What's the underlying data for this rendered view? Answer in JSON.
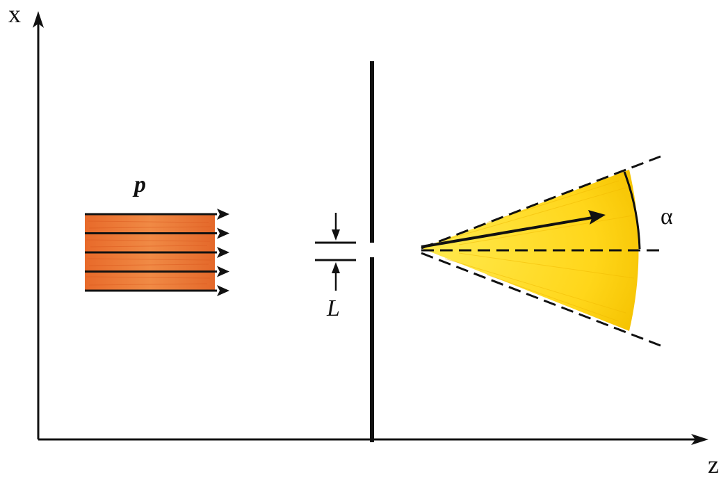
{
  "labels": {
    "x_axis": "x",
    "z_axis": "z",
    "momentum": "p",
    "slit_width": "L",
    "angle": "α"
  },
  "colors": {
    "beam_fill": "#ec7a34",
    "beam_fill_dark": "#e06224",
    "cone_fill": "#ffde1a",
    "cone_fill_dark": "#f5c400",
    "ink": "#111111"
  },
  "beam": {
    "arrow_count": 5
  }
}
